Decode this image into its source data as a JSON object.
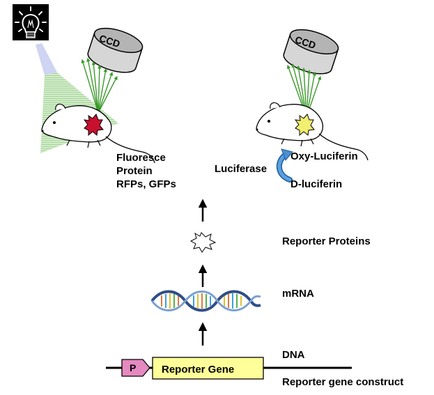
{
  "devices": {
    "camera_left": "CCD",
    "camera_right": "CCD"
  },
  "fluorescence": {
    "lines": [
      "Fluoresce",
      "Protein",
      "RFPs, GFPs"
    ]
  },
  "bioluminescence": {
    "enzyme": "Luciferase",
    "product": "Oxy-Luciferin",
    "substrate": "D-luciferin"
  },
  "pathway": {
    "proteins": "Reporter Proteins",
    "mrna": "mRNA",
    "dna": "DNA"
  },
  "construct": {
    "promoter": "P",
    "gene": "Reporter Gene",
    "caption": "Reporter gene construct"
  },
  "colors": {
    "green_rays": "#3a9a2a",
    "light_beam": "#b8dcb0",
    "red_tumor": "#c8102e",
    "yellow_tumor": "#f2ee70",
    "promoter": "#e58ac0",
    "gene_box": "#ffff99",
    "cycle_arrow": "#4a8fd0"
  },
  "icons": [
    "light-bulb-icon",
    "ccd-camera-icon",
    "mouse-icon",
    "protein-burst-icon",
    "dna-helix-icon",
    "cycle-arrow-icon"
  ]
}
